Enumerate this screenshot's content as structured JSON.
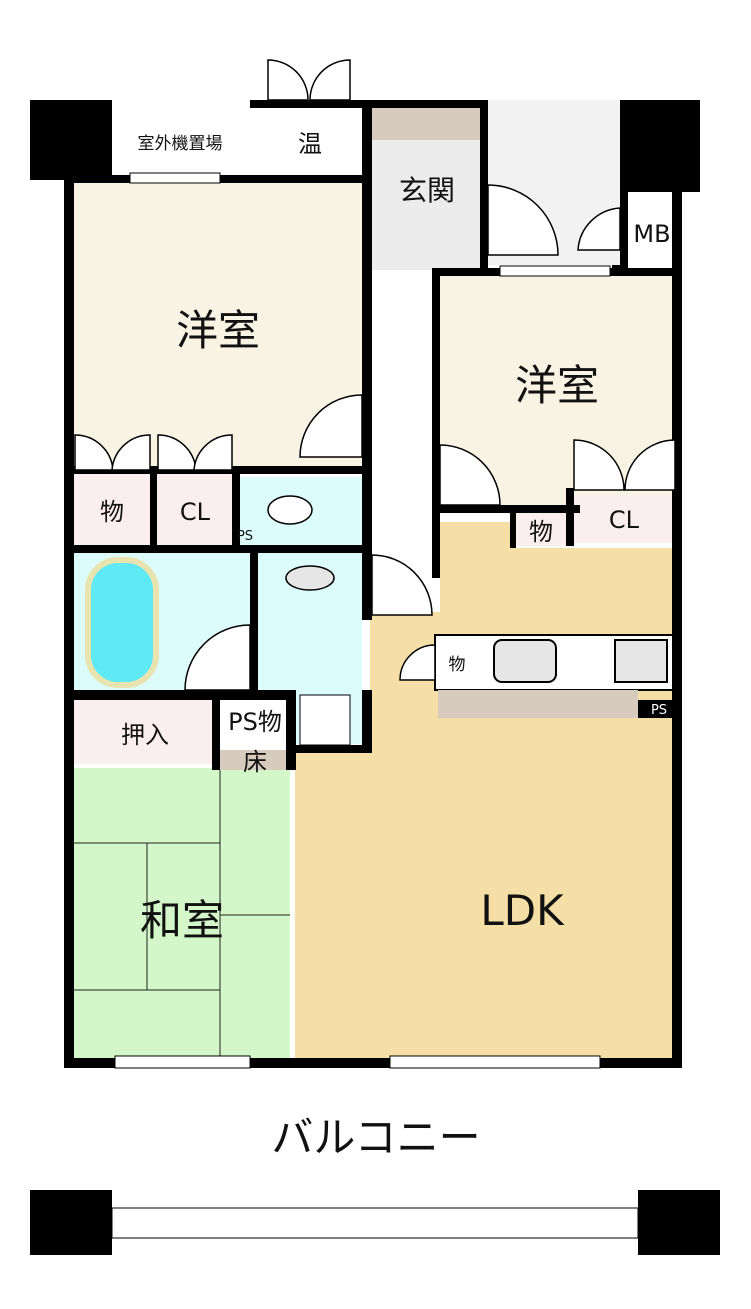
{
  "floor_plan": {
    "rooms": {
      "western_room_1": "洋室",
      "western_room_2": "洋室",
      "ldk": "LDK",
      "japanese_room": "和室",
      "balcony": "バルコニー",
      "entrance": "玄関",
      "meter_box": "MB",
      "outdoor_unit_space": "室外機置場",
      "water_heater": "温",
      "storage_1": "物",
      "closet_1": "CL",
      "storage_2": "物",
      "closet_2": "CL",
      "kitchen_storage": "物",
      "closet_oshiire": "押入",
      "ps_storage": "PS物",
      "tokonoma": "床",
      "ps_toilet": "PS",
      "ps_kitchen": "PS"
    },
    "colors": {
      "western": "#f8f3e3",
      "ldk": "#f5dfa6",
      "japanese": "#d3f7c8",
      "wet": "#dcfbfb",
      "storage": "#fbeeee",
      "entrance": "#ececec",
      "tan": "#d6cbbd",
      "wall": "#000000"
    }
  }
}
